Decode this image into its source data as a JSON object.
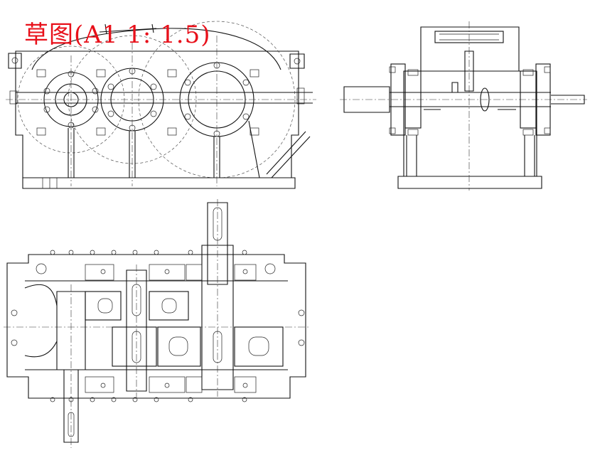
{
  "drawing": {
    "title": "草图(A1 1: 1.5)",
    "colors": {
      "title": "#e8101a",
      "lines": "#111111",
      "background": "#ffffff"
    },
    "views": [
      "front-view",
      "side-view",
      "top-section-view"
    ]
  }
}
